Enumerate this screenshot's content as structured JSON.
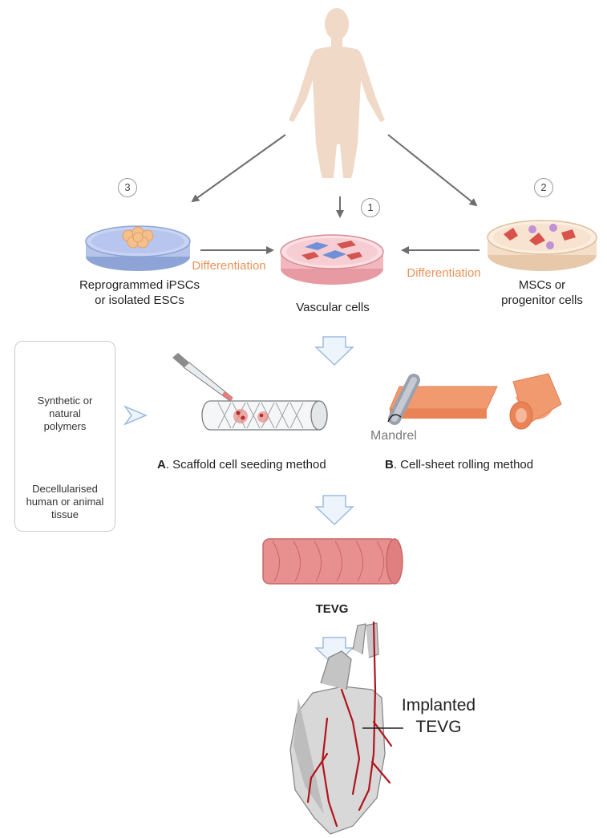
{
  "source": {
    "cells_1_label": "Vascular cells",
    "cells_2_label_line1": "MSCs or",
    "cells_2_label_line2": "progenitor cells",
    "cells_3_label_line1": "Reprogrammed iPSCs",
    "cells_3_label_line2": "or isolated ESCs",
    "num_1": "1",
    "num_2": "2",
    "num_3": "3",
    "differentiation_left": "Differentiation",
    "differentiation_right": "Differentiation"
  },
  "scaffold_box": {
    "item1_line1": "Synthetic or",
    "item1_line2": "natural",
    "item1_line3": "polymers",
    "item2_line1": "Decellularised",
    "item2_line2": "human or animal",
    "item2_line3": "tissue"
  },
  "methods": {
    "a_letter": "A",
    "a_text": ". Scaffold cell seeding method",
    "b_letter": "B",
    "b_text": ". Cell-sheet rolling method",
    "mandrel": "Mandrel"
  },
  "result": {
    "tevg": "TEVG",
    "implanted_line1": "Implanted",
    "implanted_line2": "TEVG"
  },
  "colors": {
    "orange_text": "#e8935a",
    "arrow_gray": "#6d6d6d",
    "block_arrow_fill": "#eef4fb",
    "block_arrow_stroke": "#9dbbe0",
    "skin": "#f1d9c8",
    "vessel_red": "#b0151c"
  }
}
